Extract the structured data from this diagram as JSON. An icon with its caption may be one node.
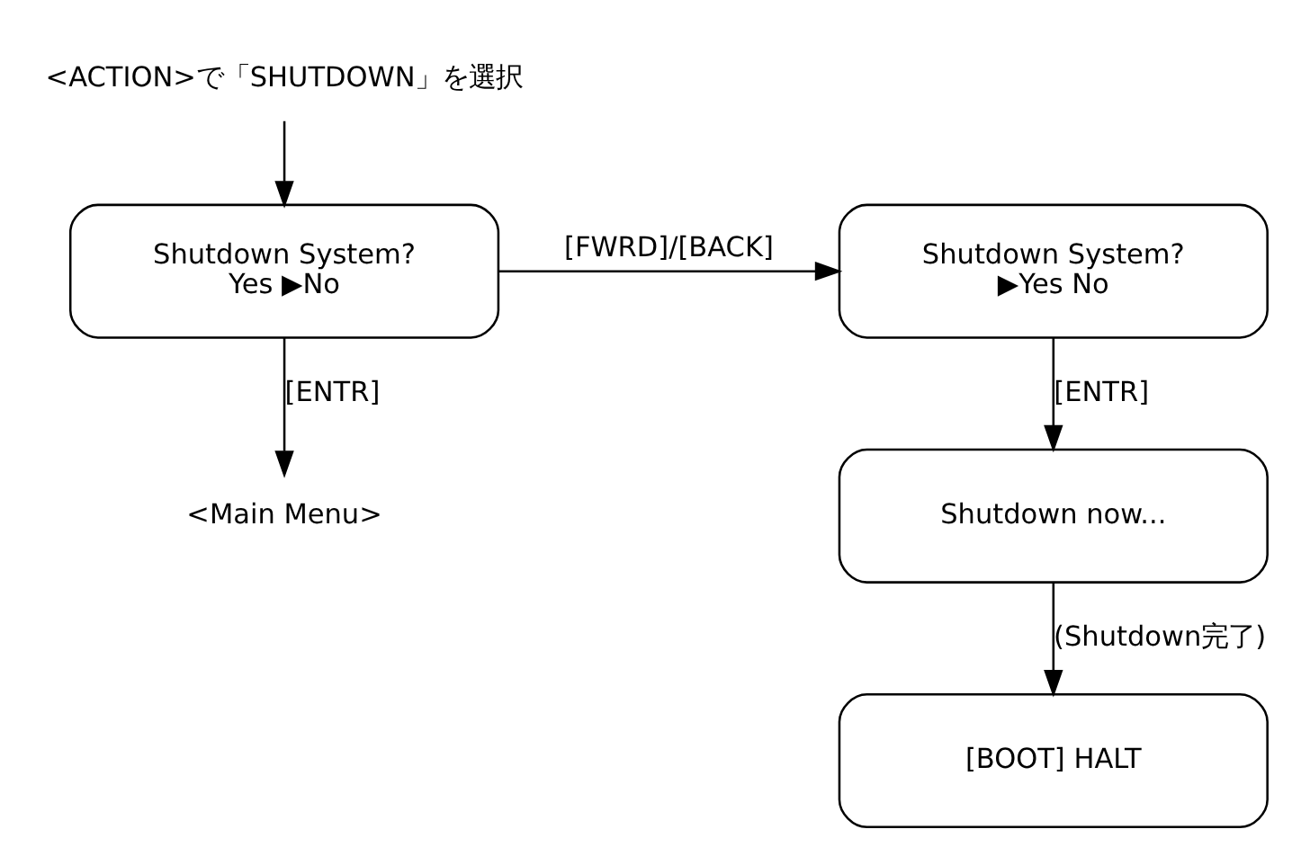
{
  "diagram": {
    "nodes": [
      {
        "text": [
          "<ACTION>で「SHUTDOWN」を選択"
        ]
      },
      {
        "text": [
          "Shutdown System?",
          "Yes ▶No"
        ]
      },
      {
        "text": [
          "Shutdown System?",
          "▶Yes No"
        ]
      },
      {
        "text": [
          "<Main Menu>"
        ]
      },
      {
        "text": [
          "Shutdown now..."
        ]
      },
      {
        "text": [
          "[BOOT] HALT"
        ]
      }
    ],
    "edges": [
      {
        "from": 0,
        "to": 1,
        "arrow": "to"
      },
      {
        "from": 1,
        "to": 2,
        "arrow": "to",
        "label": "[FWRD]/[BACK]"
      },
      {
        "from": 1,
        "to": 3,
        "arrow": "to",
        "label": "[ENTR]"
      },
      {
        "from": 2,
        "to": 4,
        "arrow": "to",
        "label": "[ENTR]"
      },
      {
        "from": 4,
        "to": 5,
        "arrow": "to",
        "label": "(Shutdown完了)"
      }
    ]
  }
}
